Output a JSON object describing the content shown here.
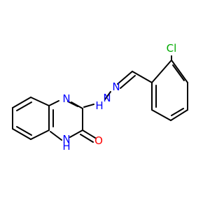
{
  "molecule": {
    "atoms": {
      "chlorine": "Cl",
      "quinoxaline_nitrogen": "N",
      "hydrazone_nh": "N",
      "hydrazone_h": "H",
      "hydrazone_n": "N",
      "ring_nh_h": "H",
      "ring_nh_n": "N",
      "oxygen": "O"
    },
    "colors": {
      "bond": "#000000",
      "nitrogen": "#0000ff",
      "oxygen": "#ff0000",
      "chlorine": "#00aa00"
    }
  }
}
